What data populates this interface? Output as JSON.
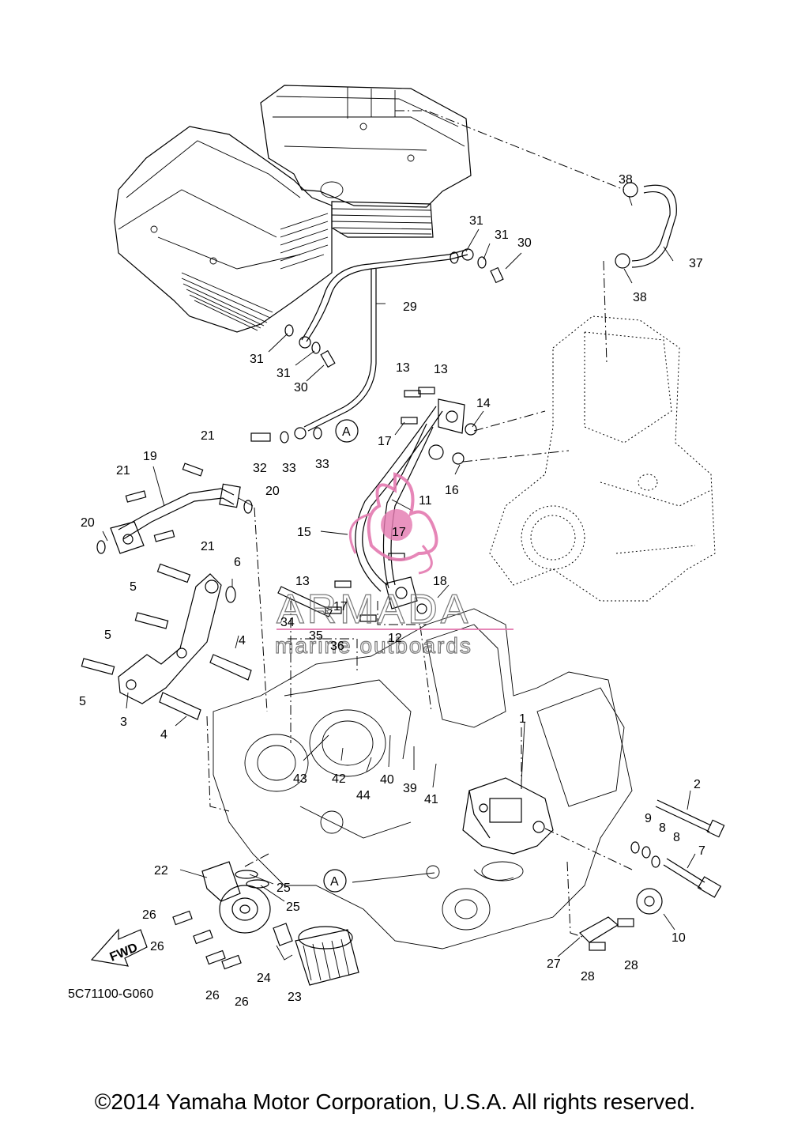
{
  "watermark": {
    "brand": "ARMADA",
    "tagline": "marine outboards",
    "accent_color": "#e47ab0"
  },
  "fwd_label": "FWD",
  "ref_code": "5C71100-G060",
  "circle_ref": "A",
  "copyright": "©2014 Yamaha Motor Corporation, U.S.A. All rights reserved.",
  "callouts": {
    "n1": "1",
    "n2": "2",
    "n3": "3",
    "n4a": "4",
    "n4b": "4",
    "n5a": "5",
    "n5b": "5",
    "n5c": "5",
    "n6": "6",
    "n7": "7",
    "n8a": "8",
    "n8b": "8",
    "n9": "9",
    "n10": "10",
    "n11": "11",
    "n12": "12",
    "n13a": "13",
    "n13b": "13",
    "n13c": "13",
    "n14": "14",
    "n15": "15",
    "n16": "16",
    "n17a": "17",
    "n17b": "17",
    "n17c": "17",
    "n18": "18",
    "n19": "19",
    "n20a": "20",
    "n20b": "20",
    "n21a": "21",
    "n21b": "21",
    "n21c": "21",
    "n22": "22",
    "n23": "23",
    "n24": "24",
    "n25a": "25",
    "n25b": "25",
    "n26a": "26",
    "n26b": "26",
    "n26c": "26",
    "n26d": "26",
    "n27": "27",
    "n28a": "28",
    "n28b": "28",
    "n29": "29",
    "n30a": "30",
    "n30b": "30",
    "n31a": "31",
    "n31b": "31",
    "n31c": "31",
    "n31d": "31",
    "n32": "32",
    "n33a": "33",
    "n33b": "33",
    "n34": "34",
    "n35": "35",
    "n36": "36",
    "n37": "37",
    "n38a": "38",
    "n38b": "38",
    "n39": "39",
    "n40": "40",
    "n41": "41",
    "n42": "42",
    "n43": "43",
    "n44": "44"
  }
}
